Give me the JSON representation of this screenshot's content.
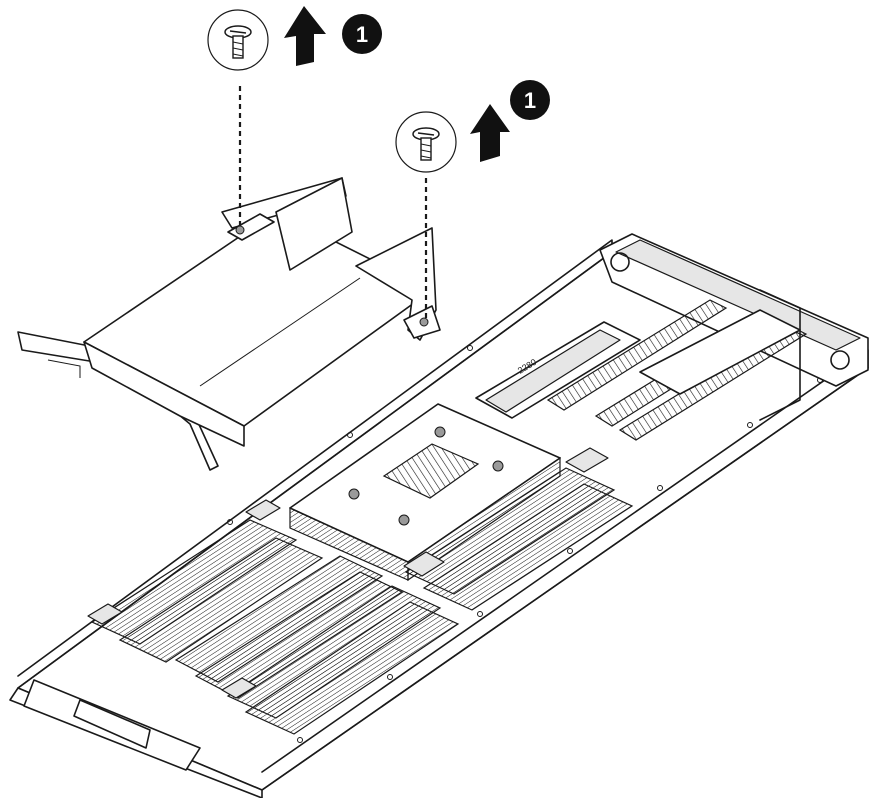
{
  "callouts": [
    {
      "label": "1"
    },
    {
      "label": "1"
    }
  ],
  "m2_label": "2280",
  "icons": {
    "screw": "screw-icon",
    "arrow": "arrow-up-icon"
  },
  "colors": {
    "line": "#1a1a1a",
    "background": "#ffffff",
    "callout_fill": "#111111"
  }
}
